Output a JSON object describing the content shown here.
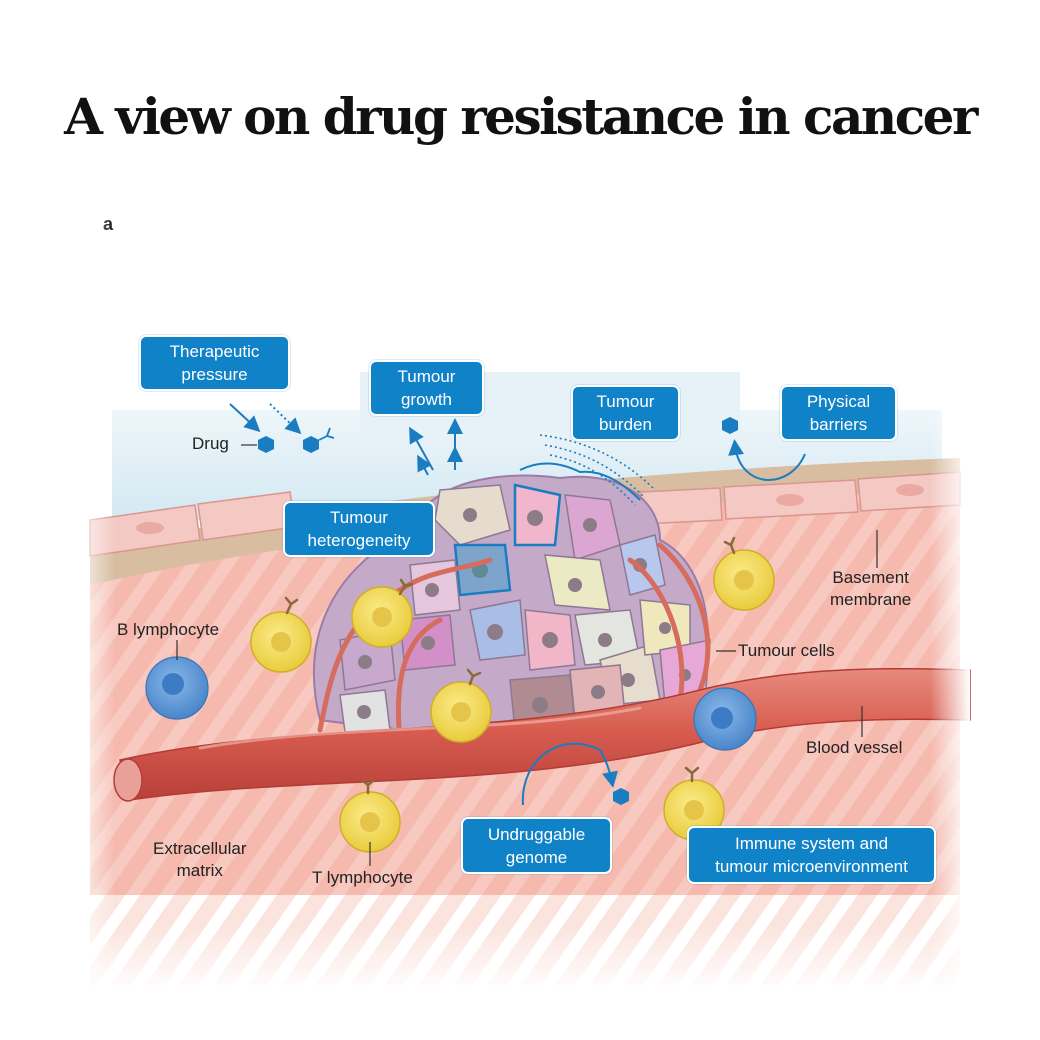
{
  "title": "A view on drug resistance in cancer",
  "panel_label": "a",
  "colors": {
    "callout_blue": "#0f82c8",
    "water_blue": "#dcedf5",
    "tissue_pink": "#f3b3a8",
    "epithelium_pink": "#f4c6c2",
    "basement_tan": "#d9bfa3",
    "vessel_red": "#d9544a",
    "t_cell_yellow": "#f3dc5a",
    "b_cell_blue": "#5c9bd8"
  },
  "callouts": {
    "therapeutic_pressure": "Therapeutic\npressure",
    "tumour_growth": "Tumour\ngrowth",
    "tumour_burden": "Tumour\nburden",
    "physical_barriers": "Physical\nbarriers",
    "tumour_heterogeneity": "Tumour\nheterogeneity",
    "undruggable_genome": "Undruggable\ngenome",
    "immune_system": "Immune system and\ntumour microenvironment"
  },
  "labels": {
    "drug": "Drug",
    "b_lymphocyte": "B lymphocyte",
    "basement_membrane": "Basement\nmembrane",
    "tumour_cells": "Tumour cells",
    "blood_vessel": "Blood vessel",
    "extracellular_matrix": "Extracellular\nmatrix",
    "t_lymphocyte": "T lymphocyte"
  }
}
